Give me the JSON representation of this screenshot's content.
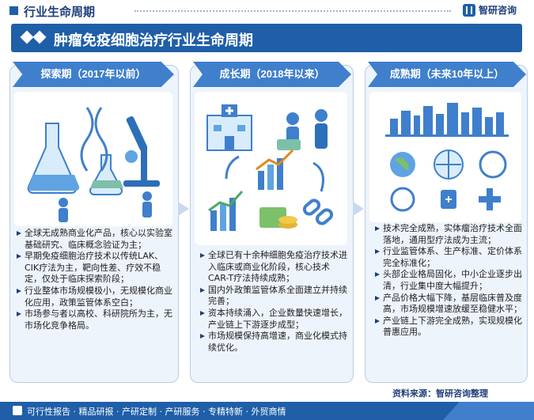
{
  "header": {
    "section_title": "行业生命周期",
    "logo_text": "智研咨询"
  },
  "banner": {
    "title": "肿瘤免疫细胞治疗行业生命周期"
  },
  "stages": [
    {
      "title": "探索期（2017年以前）",
      "points": [
        "全球无成熟商业化产品，核心以实验室基础研究、临床概念验证为主；",
        "早期免疫细胞治疗技术以传统LAK、CIK疗法为主，靶向性差、疗效不稳定，仅处于临床探索阶段；",
        "行业整体市场规模极小，无规模化商业化应用，政策监管体系空白；",
        "市场参与者以高校、科研院所为主，无市场化竞争格局。"
      ]
    },
    {
      "title": "成长期（2018年以来）",
      "points": [
        "全球已有十余种细胞免疫治疗技术进入临床或商业化阶段，核心技术CAR-T疗法持续成熟；",
        "国内外政策监管体系全面建立并持续完善；",
        "资本持续涌入，企业数量快速增长，产业链上下游逐步成型；",
        "市场规模保持高增速，商业化模式持续优化。"
      ]
    },
    {
      "title": "成熟期（未来10年以上）",
      "points": [
        "技术完全成熟，实体瘤治疗技术全面落地，通用型疗法成为主流；",
        "行业监管体系、生产标准、定价体系完全标准化；",
        "头部企业格局固化，中小企业逐步出清，行业集中度大幅提升；",
        "产品价格大幅下降，基层临床普及度高，市场规模增速放缓至稳健水平；",
        "产业链上下游完全成熟，实现规模化普惠应用。"
      ]
    }
  ],
  "source": "资料来源：智研咨询整理",
  "footer": {
    "services": "可行性报告 · 精品研报 · 产研定制 · 产研服务 · 专精特新 · 外贸商情"
  },
  "icons": {
    "p1": [
      "flask-icon",
      "dna-icon",
      "microscope-icon",
      "scientist-icon"
    ],
    "p2": [
      "hospital-icon",
      "doctor-patient-icon",
      "growth-chart-icon",
      "money-icon",
      "chain-icon"
    ],
    "p3": [
      "city-skyline-icon",
      "globe-icon",
      "network-icon",
      "iso-badge-icon",
      "hands-health-icon"
    ]
  },
  "colors": {
    "primary": "#1f5fa8",
    "accent": "#3f7fcc",
    "panel_bg": "#eef4fb"
  }
}
